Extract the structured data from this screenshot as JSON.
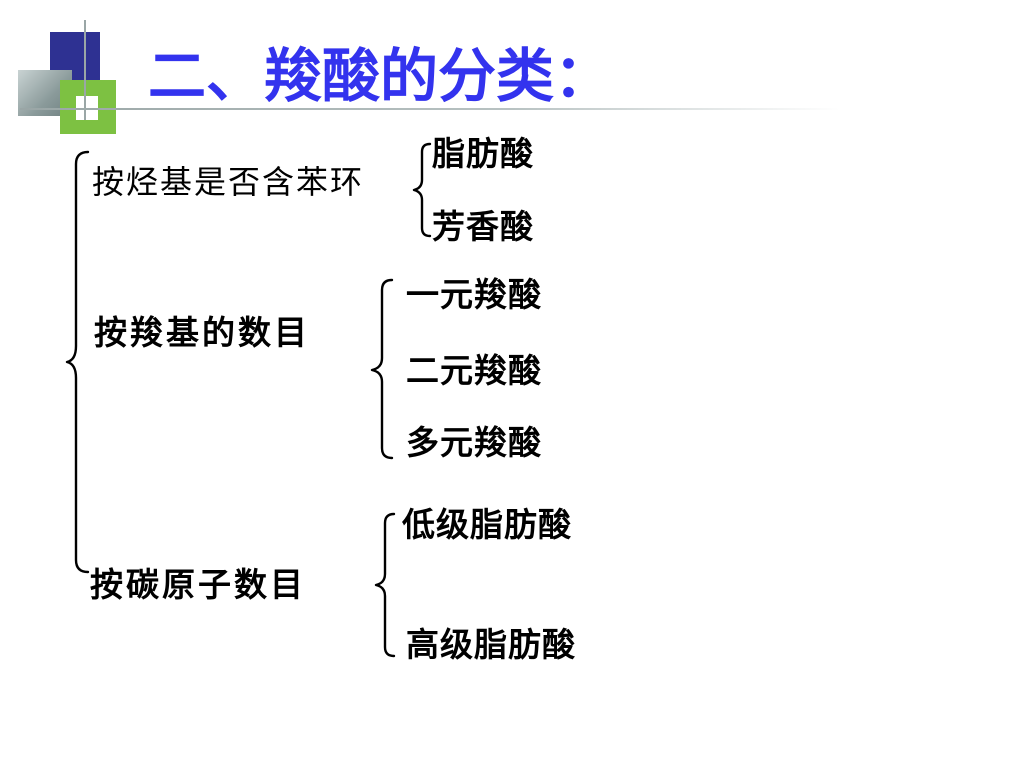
{
  "slide": {
    "title": "二、羧酸的分类："
  },
  "colors": {
    "title": "#3333ee",
    "deco_navy": "#2e3192",
    "deco_green": "#7dc142",
    "deco_gray": "#8a9a9a",
    "rule": "#9aa6a6"
  },
  "groups": [
    {
      "criterion": "按烃基是否含苯环",
      "types": [
        "脂肪酸",
        "芳香酸"
      ]
    },
    {
      "criterion": "按羧基的数目",
      "types": [
        "一元羧酸",
        "二元羧酸",
        "多元羧酸"
      ]
    },
    {
      "criterion": "按碳原子数目",
      "types": [
        "低级脂肪酸",
        "高级脂肪酸"
      ]
    }
  ]
}
